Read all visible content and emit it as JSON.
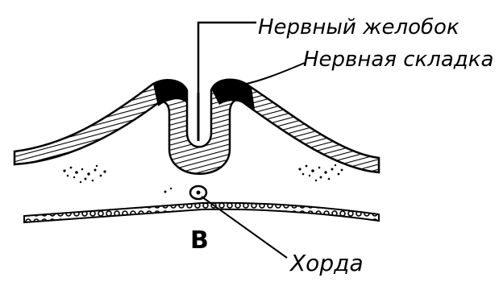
{
  "labels": {
    "neural_groove": "Нервный желобок",
    "neural_fold": "Нервная складка",
    "notochord": "Хорда",
    "panel_letter": "В"
  },
  "colors": {
    "ink": "#000000",
    "paper": "#ffffff"
  }
}
